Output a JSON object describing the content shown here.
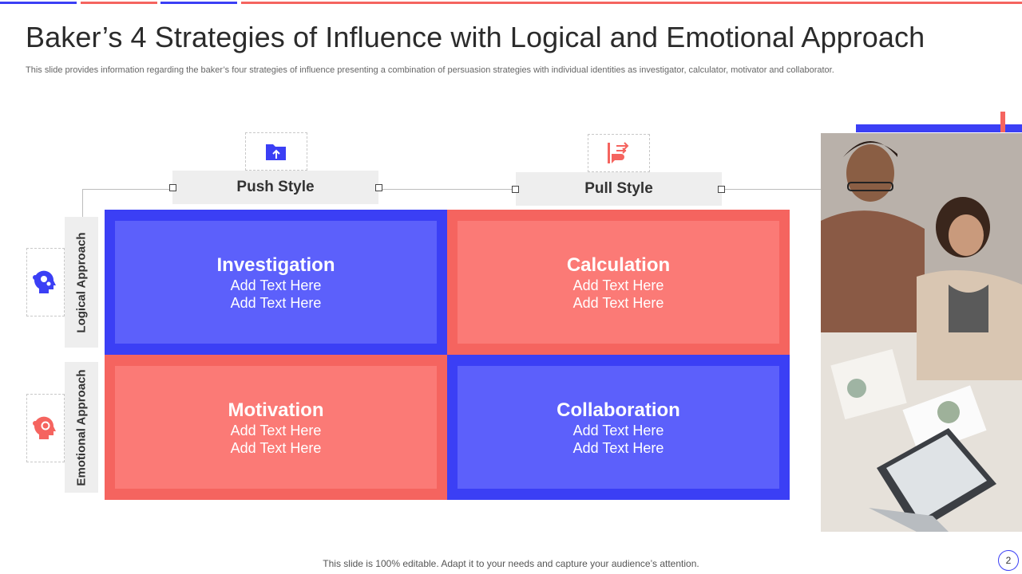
{
  "slide": {
    "title": "Baker’s 4 Strategies of Influence with Logical and Emotional Approach",
    "subtitle": "This slide provides information regarding the baker’s four strategies of influence presenting a combination of persuasion strategies with individual identities as investigator, calculator, motivator and collaborator.",
    "footer": "This slide is 100% editable. Adapt it to your needs and capture your audience’s attention.",
    "page_number": "2"
  },
  "columns": [
    {
      "label": "Push Style",
      "icon": "folder-upload-icon"
    },
    {
      "label": "Pull Style",
      "icon": "hand-arrows-icon"
    }
  ],
  "rows": [
    {
      "label": "Logical Approach",
      "icon": "head-gears-icon"
    },
    {
      "label": "Emotional Approach",
      "icon": "head-heart-icon"
    }
  ],
  "quadrants": [
    {
      "heading": "Investigation",
      "line1": "Add Text Here",
      "line2": "Add Text Here",
      "color": "blue"
    },
    {
      "heading": "Calculation",
      "line1": "Add Text Here",
      "line2": "Add Text Here",
      "color": "red"
    },
    {
      "heading": "Motivation",
      "line1": "Add Text Here",
      "line2": "Add Text Here",
      "color": "red"
    },
    {
      "heading": "Collaboration",
      "line1": "Add Text Here",
      "line2": "Add Text Here",
      "color": "blue"
    }
  ],
  "colors": {
    "blue": "#3b3ff5",
    "blue_light": "#5c60fb",
    "red": "#f5645f",
    "red_light": "#fb7a76"
  },
  "photo": {
    "icon": "team-meeting-photo"
  }
}
